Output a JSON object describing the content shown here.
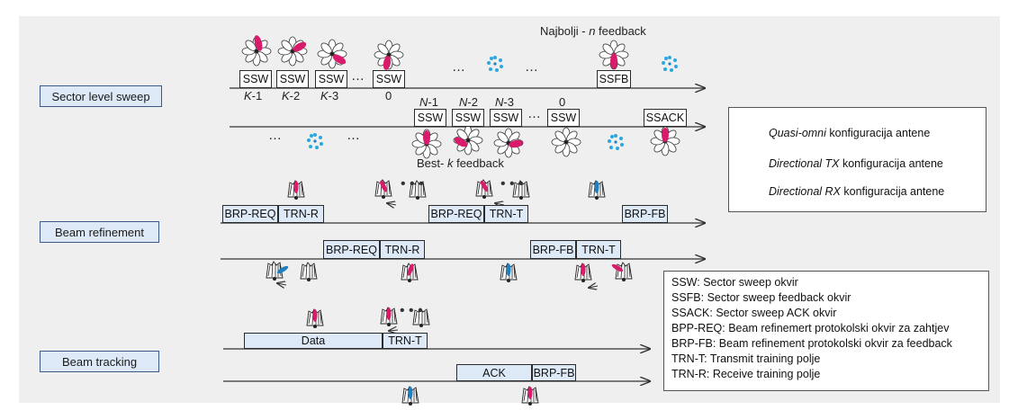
{
  "title_top": {
    "prefix": "Najbolji - ",
    "n": "n",
    "suffix": " feedback"
  },
  "best_k": {
    "prefix": "Best- ",
    "k": "k",
    "suffix": " feedback"
  },
  "phases": {
    "sls": "Sector level sweep",
    "br": "Beam refinement",
    "bt": "Beam tracking"
  },
  "sls_tx": {
    "frames": [
      "SSW",
      "SSW",
      "SSW",
      "SSW"
    ],
    "ssfb": "SSFB",
    "indices": [
      {
        "v": "K",
        "s": "-1"
      },
      {
        "v": "K",
        "s": "-2"
      },
      {
        "v": "K",
        "s": "-3"
      },
      {
        "v": "",
        "s": "0"
      }
    ],
    "dots": "…"
  },
  "sls_rx": {
    "frames": [
      "SSW",
      "SSW",
      "SSW",
      "SSW"
    ],
    "ssack": "SSACK",
    "indices": [
      {
        "v": "N",
        "s": "-1"
      },
      {
        "v": "N",
        "s": "-2"
      },
      {
        "v": "N",
        "s": "-3"
      },
      {
        "v": "",
        "s": "0"
      }
    ]
  },
  "br_row1": [
    "BRP-REQ",
    "TRN-R",
    "BRP-REQ",
    "TRN-T",
    "BRP-FB"
  ],
  "br_row2": [
    "BRP-REQ",
    "TRN-R",
    "BRP-FB",
    "TRN-T"
  ],
  "bt_row1": [
    "Data",
    "TRN-T"
  ],
  "bt_row2": [
    "ACK",
    "BRP-FB"
  ],
  "legend_antenna": {
    "quasi": {
      "it": "Quasi-omni",
      "rest": " konfiguracija antene"
    },
    "tx": {
      "it": "Directional TX",
      "rest": " konfiguracija antene"
    },
    "rx": {
      "it": "Directional RX",
      "rest": " konfiguracija antene"
    }
  },
  "legend_abbrev": [
    "SSW: Sector sweep okvir",
    "SSFB: Sector sweep feedback okvir",
    "SSACK: Sector sweep ACK  okvir",
    "BPP-REQ: Beam refinemert protokolski okvir za zahtjev",
    "BRP-FB: Beam refinement protokolski okvir za feedback",
    "TRN-T: Transmit training polje",
    "TRN-R: Receive training polje"
  ],
  "colors": {
    "tx_beam": "#d81b6a",
    "rx_beam": "#1e7fc1",
    "quasi": "#29a8e0",
    "phase_fill": "#dde9f6"
  }
}
